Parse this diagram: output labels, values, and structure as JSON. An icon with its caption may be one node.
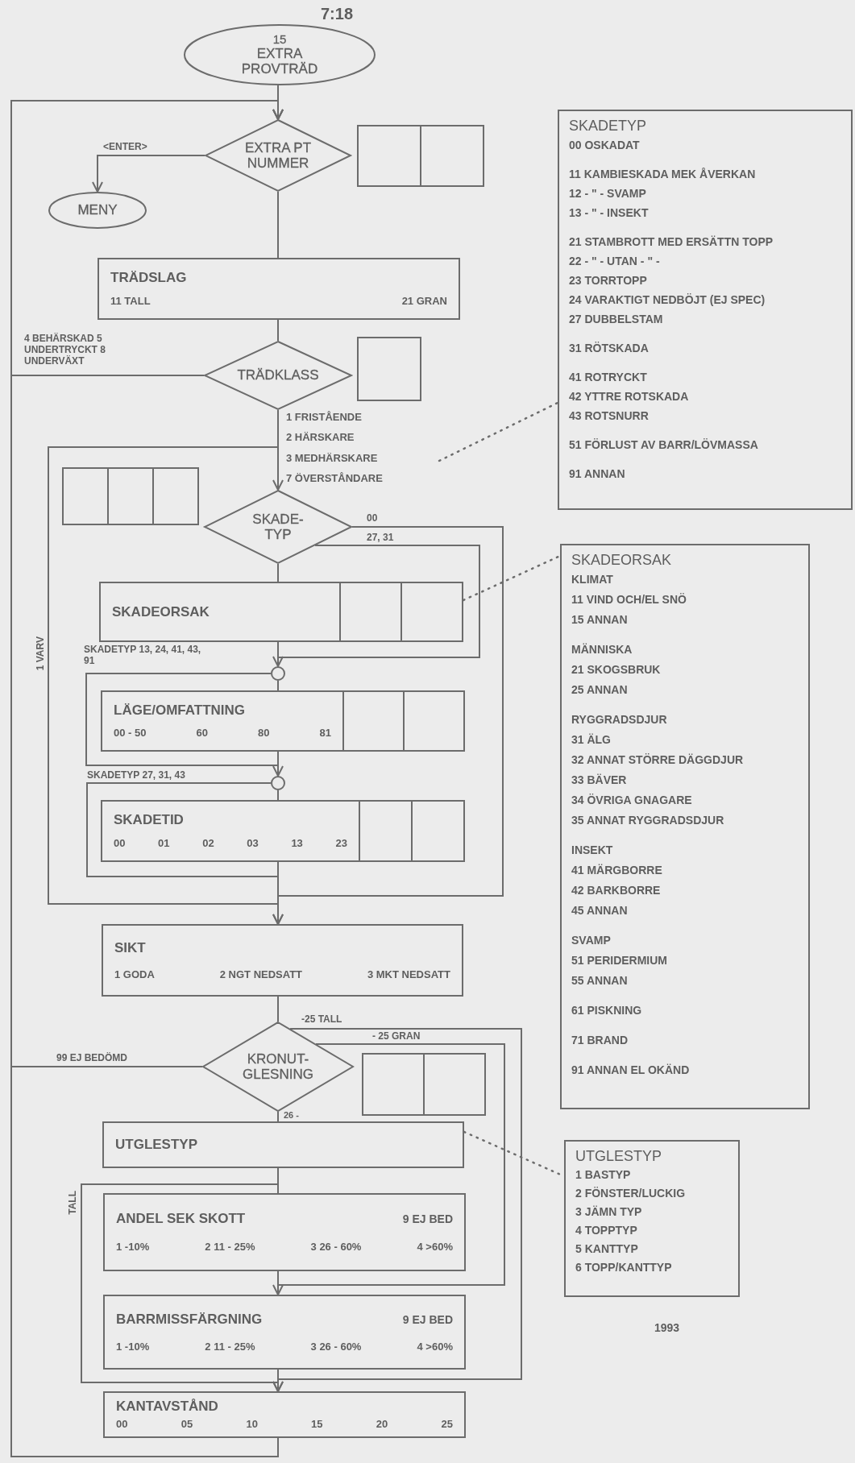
{
  "diagram": {
    "nodes": [
      {
        "text": [
          "15",
          "EXTRA PROVTRÄD"
        ]
      },
      {
        "text": [
          "EXTRA PT NUMMER"
        ]
      },
      {
        "text": [],
        "shape": "box"
      },
      {
        "text": [
          "MENY"
        ]
      },
      {
        "text": [
          "TRÄDSLAG",
          "11 TALL",
          "21 GRAN"
        ]
      },
      {
        "text": [
          "TRÄDKLASS"
        ]
      },
      {
        "text": [],
        "shape": "box"
      },
      {
        "text": [
          "SKADE-TYP"
        ]
      },
      {
        "text": [],
        "shape": "box"
      },
      {
        "text": [
          "SKADEORSAK"
        ]
      },
      {
        "text": [],
        "shape": "circle"
      },
      {
        "text": [
          "LÄGE/OMFATTNING",
          "00 - 50",
          "60",
          "80",
          "81"
        ]
      },
      {
        "text": [],
        "shape": "circle"
      },
      {
        "text": [
          "SKADETID",
          "00",
          "01",
          "02",
          "03",
          "13",
          "23"
        ]
      },
      {
        "text": [
          "SIKT",
          "1 GODA",
          "2 NGT NEDSATT",
          "3 MKT NEDSATT"
        ]
      },
      {
        "text": [
          "KRONUT-GLESNING"
        ]
      },
      {
        "text": [],
        "shape": "box"
      },
      {
        "text": [
          "UTGLESTYP"
        ]
      },
      {
        "text": [
          "ANDEL SEK SKOTT",
          "9 EJ BED",
          "1 -10%",
          "2 11 - 25%",
          "3 26 - 60%",
          "4 >60%"
        ]
      },
      {
        "text": [
          "BARRMISSFÄRGNING",
          "9 EJ BED",
          "1 -10%",
          "2 11 - 25%",
          "3 26 - 60%",
          "4 >60%"
        ]
      },
      {
        "text": [
          "KANTAVSTÅND",
          "00",
          "05",
          "10",
          "15",
          "20",
          "25"
        ]
      },
      {
        "text": [
          "SKADETYP",
          "00 OSKADAT",
          "11 KAMBIESKADA MEK ÅVERKAN",
          "12 - \" - SVAMP",
          "13 - \" - INSEKT",
          "21 STAMBROTT MED ERSÄTTN TOPP",
          "22 - \" - UTAN - \" -",
          "23 TORRTOPP",
          "24 VARAKTIGT NEDBÖJT (EJ SPEC)",
          "27 DUBBELSTAM",
          "31 RÖTSKADA",
          "41 ROTRYCKT",
          "42 YTTRE ROTSKADA",
          "43 ROTSNURR",
          "51 FÖRLUST AV BARR/LÖVMASSA",
          "91 ANNAN"
        ]
      },
      {
        "text": [
          "SKADEORSAK",
          "KLIMAT",
          "11 VIND OCH/EL SNÖ",
          "15 ANNAN",
          "MÄNNISKA",
          "21 SKOGSBRUK",
          "25 ANNAN",
          "RYGGRADSDJUR",
          "31 ÄLG",
          "32 ANNAT STÖRRE DÄGGDJUR",
          "33 BÄVER",
          "34 ÖVRIGA GNAGARE",
          "35 ANNAT RYGGRADSDJUR",
          "INSEKT",
          "41 MÄRGBORRE",
          "42 BARKBORRE",
          "45 ANNAN",
          "SVAMP",
          "51 PERIDERMIUM",
          "55 ANNAN",
          "61 PISKNING",
          "71 BRAND",
          "91 ANNAN EL OKÄND"
        ]
      },
      {
        "text": [
          "UTGLESTYP",
          "1 BASTYP",
          "2 FÖNSTER/LUCKIG",
          "3 JÄMN TYP",
          "4 TOPPTYP",
          "5 KANTTYP",
          "6 TOPP/KANTTYP"
        ]
      },
      {
        "text": [
          "1 FRISTÅENDE",
          "2 HÄRSKARE",
          "3 MEDHÄRSKARE",
          "7 ÖVERSTÅNDARE"
        ]
      }
    ],
    "edges": [
      {
        "from": 0,
        "to": 1,
        "arrow": "none"
      },
      {
        "from": 1,
        "to": 3,
        "arrow": "to",
        "label": "<ENTER>"
      },
      {
        "from": 1,
        "to": 4,
        "arrow": "none"
      },
      {
        "from": 4,
        "to": 5,
        "arrow": "none"
      },
      {
        "from": 5,
        "to": 1,
        "arrow": "to",
        "label": "4 BEHÄRSKAD 5 UNDERTRYCKT 8 UNDERVÄXT"
      },
      {
        "from": 5,
        "to": 7,
        "arrow": "none"
      },
      {
        "from": 7,
        "to": 9,
        "arrow": "none"
      },
      {
        "from": 7,
        "to": 14,
        "arrow": "to",
        "label": "00"
      },
      {
        "from": 7,
        "to": 10,
        "arrow": "to",
        "label": "27, 31"
      },
      {
        "from": 9,
        "to": 10,
        "arrow": "none"
      },
      {
        "from": 10,
        "to": 11,
        "arrow": "none"
      },
      {
        "from": 10,
        "to": 12,
        "arrow": "to",
        "label": "SKADETYP 13, 24, 41, 43, 91"
      },
      {
        "from": 11,
        "to": 12,
        "arrow": "none"
      },
      {
        "from": 12,
        "to": 13,
        "arrow": "none"
      },
      {
        "from": 12,
        "to": 14,
        "arrow": "to",
        "label": "SKADETYP 27, 31, 43"
      },
      {
        "from": 13,
        "to": 14,
        "arrow": "none"
      },
      {
        "from": 13,
        "to": 7,
        "arrow": "to",
        "label": "1 VARV"
      },
      {
        "from": 14,
        "to": 15,
        "arrow": "none"
      },
      {
        "from": 15,
        "to": 1,
        "arrow": "to",
        "label": "99 EJ BEDÖMD"
      },
      {
        "from": 15,
        "to": 17,
        "arrow": "none",
        "label": "26 -"
      },
      {
        "from": 15,
        "to": 20,
        "arrow": "to",
        "label": "-25 TALL"
      },
      {
        "from": 15,
        "to": 19,
        "arrow": "to",
        "label": "- 25 GRAN"
      },
      {
        "from": 17,
        "to": 18,
        "arrow": "none"
      },
      {
        "from": 17,
        "to": 20,
        "arrow": "to",
        "label": "TALL"
      },
      {
        "from": 18,
        "to": 19,
        "arrow": "none"
      },
      {
        "from": 19,
        "to": 20,
        "arrow": "none"
      },
      {
        "from": 20,
        "to": 1,
        "arrow": "to"
      },
      {
        "from": 24,
        "to": 21,
        "arrow": "none",
        "style": "dashed"
      },
      {
        "from": 9,
        "to": 22,
        "arrow": "none",
        "style": "dashed"
      },
      {
        "from": 17,
        "to": 23,
        "arrow": "none",
        "style": "dashed"
      }
    ],
    "labels": [
      "7:18",
      "1993"
    ]
  }
}
